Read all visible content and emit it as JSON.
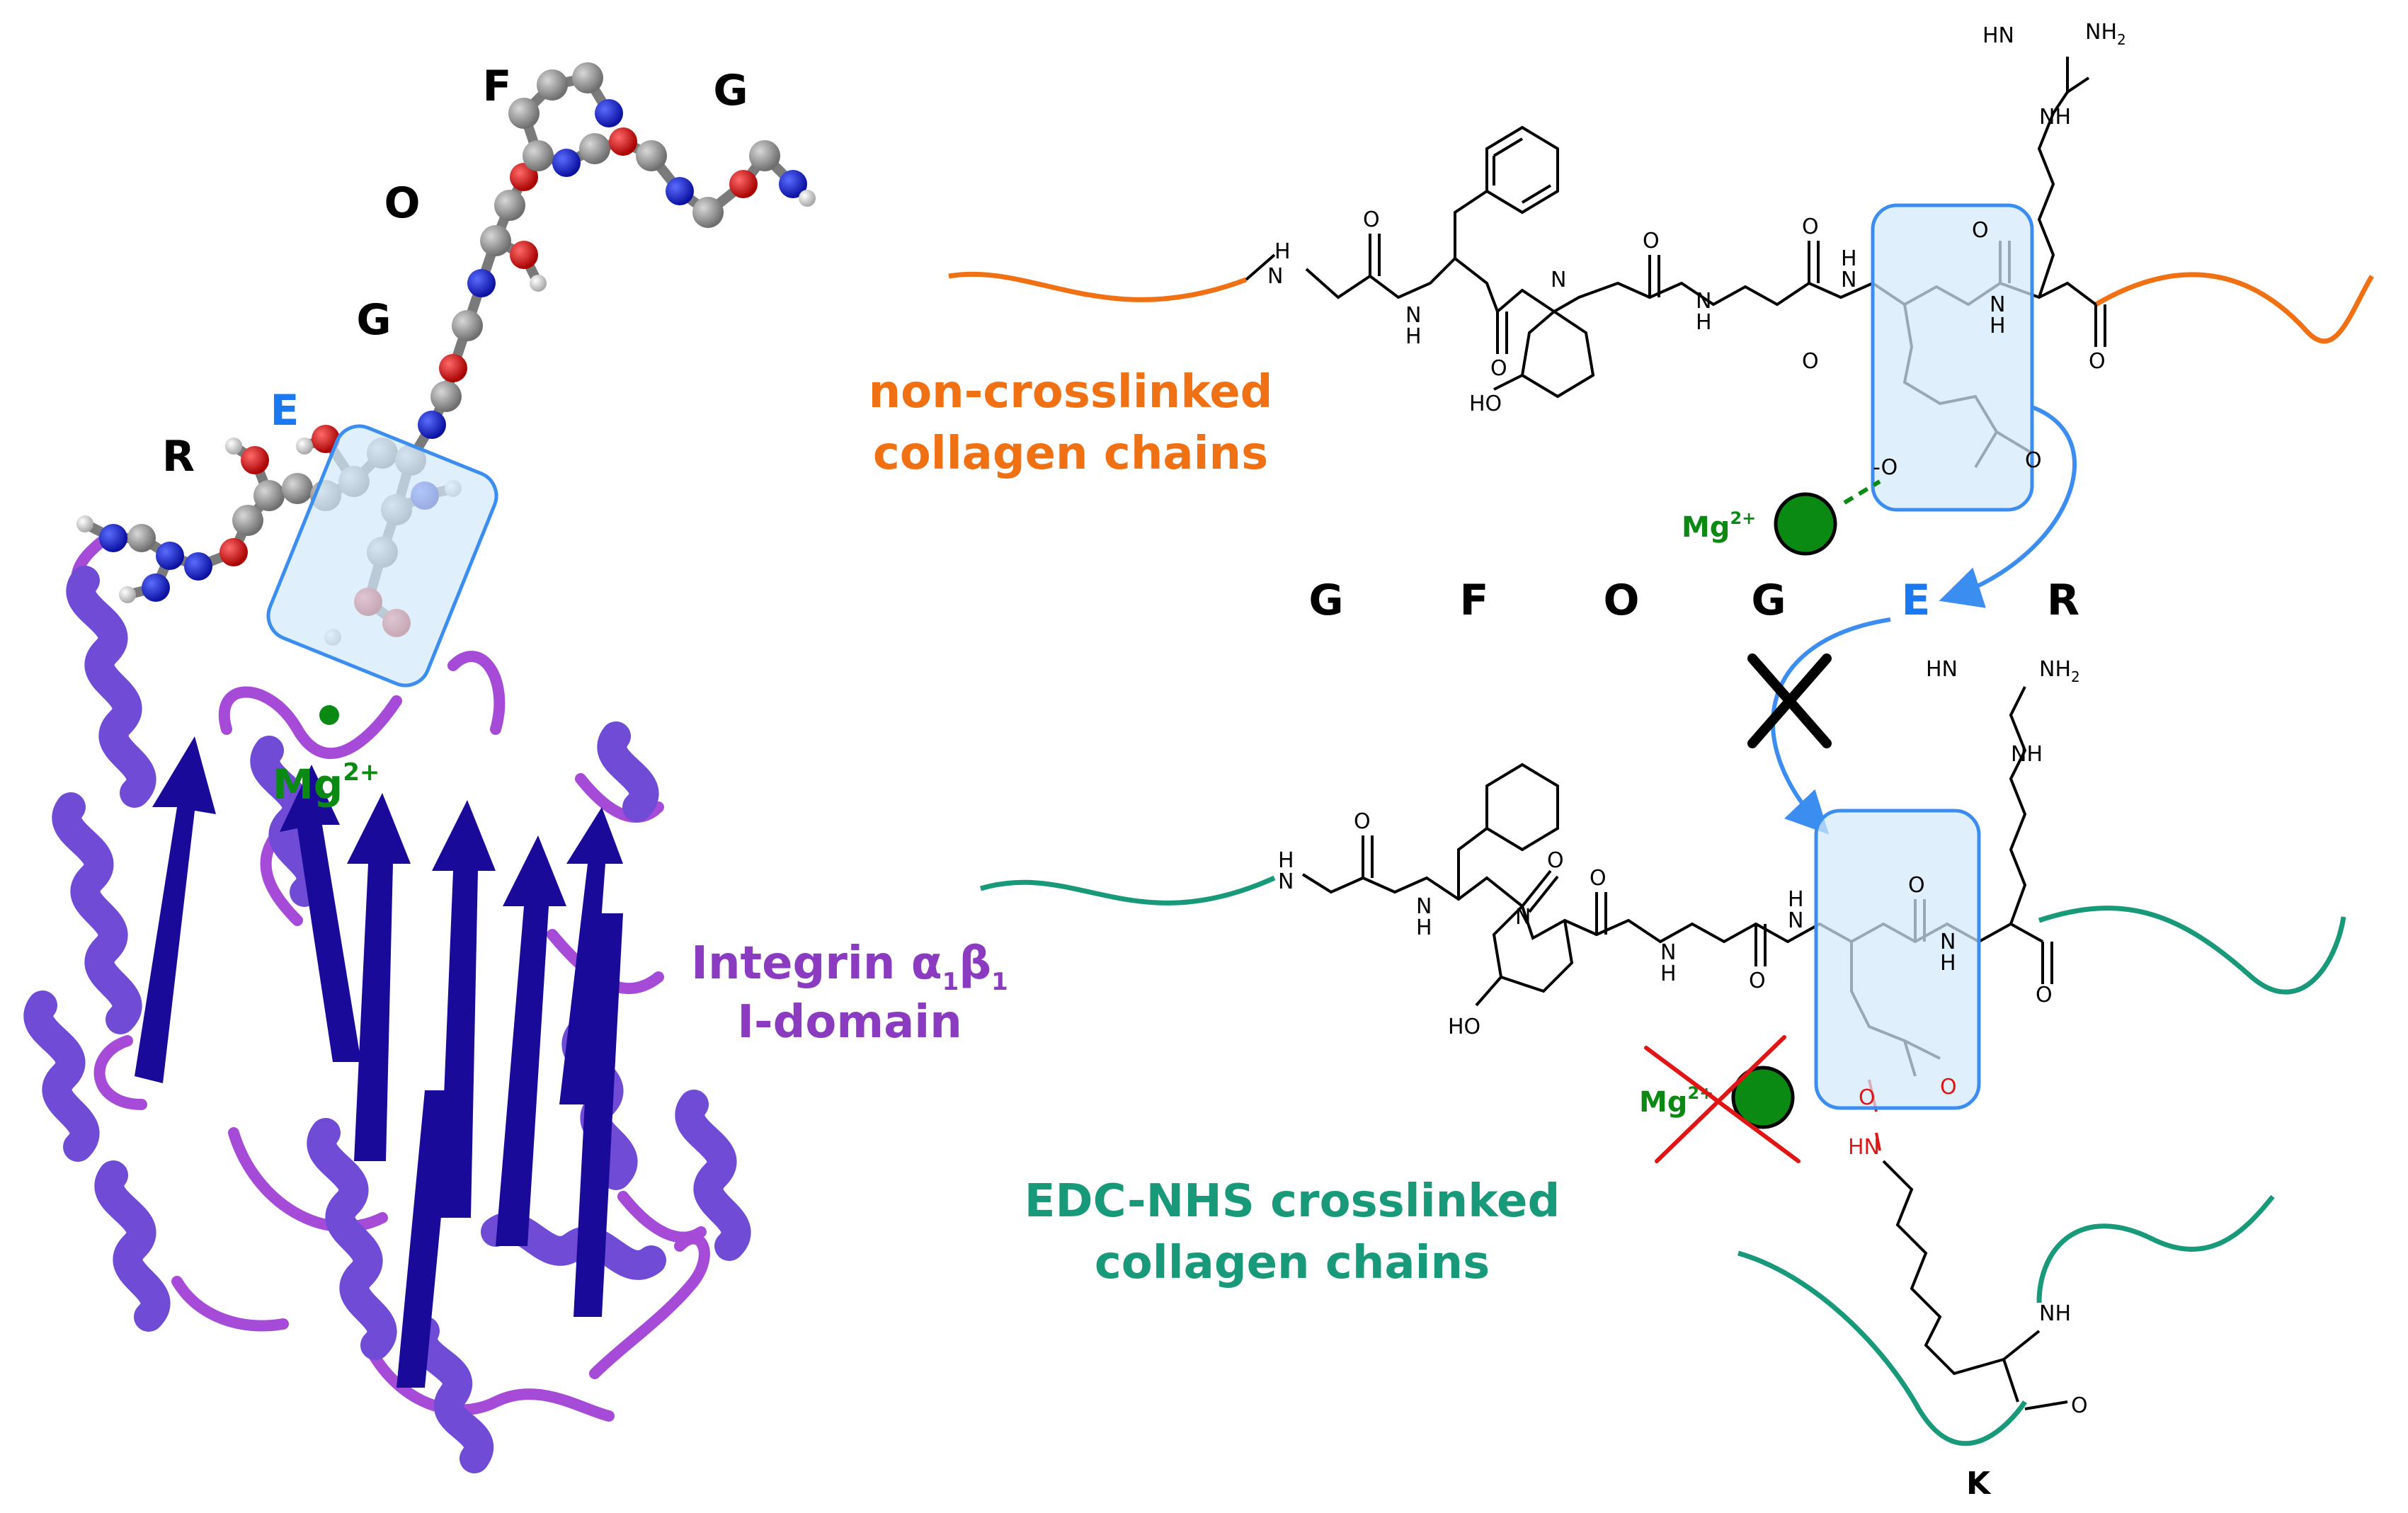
{
  "colors": {
    "noncrosslinked": "#f07014",
    "crosslinked": "#17997a",
    "highlight_stroke": "#3c8df0",
    "highlight_fill": "#d3e9fb",
    "magnesium": "#0a8a12",
    "integrin": "#8b3bbf",
    "helix": "#6f4bd6",
    "strand": "#1a0a9a",
    "loop": "#a64bd8",
    "crosslink_red": "#e01616",
    "glu_blue": "#1a78f0",
    "black": "#000000"
  },
  "structure_labels": {
    "F": "F",
    "G_top": "G",
    "O": "O",
    "G": "G",
    "E": "E",
    "R": "R",
    "mg_part1": "Mg",
    "mg_part2": "2+",
    "integrin_line1": "Integrin α",
    "integrin_sub1": "1",
    "integrin_beta": "β",
    "integrin_sub2": "1",
    "integrin_line2": "I-domain"
  },
  "sequence": [
    "G",
    "F",
    "O",
    "G",
    "E",
    "R"
  ],
  "upper_chain": {
    "label_line1": "non-crosslinked",
    "label_line2": "collagen chains",
    "mg_text": "Mg",
    "mg_charge": "2+"
  },
  "lower_chain": {
    "label_line1": "EDC-NHS crosslinked",
    "label_line2": "collagen chains",
    "mg_text": "Mg",
    "mg_charge": "2+",
    "lysine_label": "K"
  },
  "atoms": {
    "HN": "HN",
    "NH2": "NH",
    "sub2": "2",
    "NH": "NH",
    "H": "H",
    "N": "N",
    "O": "O",
    "HO": "HO",
    "Ominus": "O",
    "minus": "-"
  },
  "icons": [
    "cross-mark-icon",
    "red-cross-icon",
    "magnesium-ion-icon",
    "curved-arrow-icon"
  ]
}
